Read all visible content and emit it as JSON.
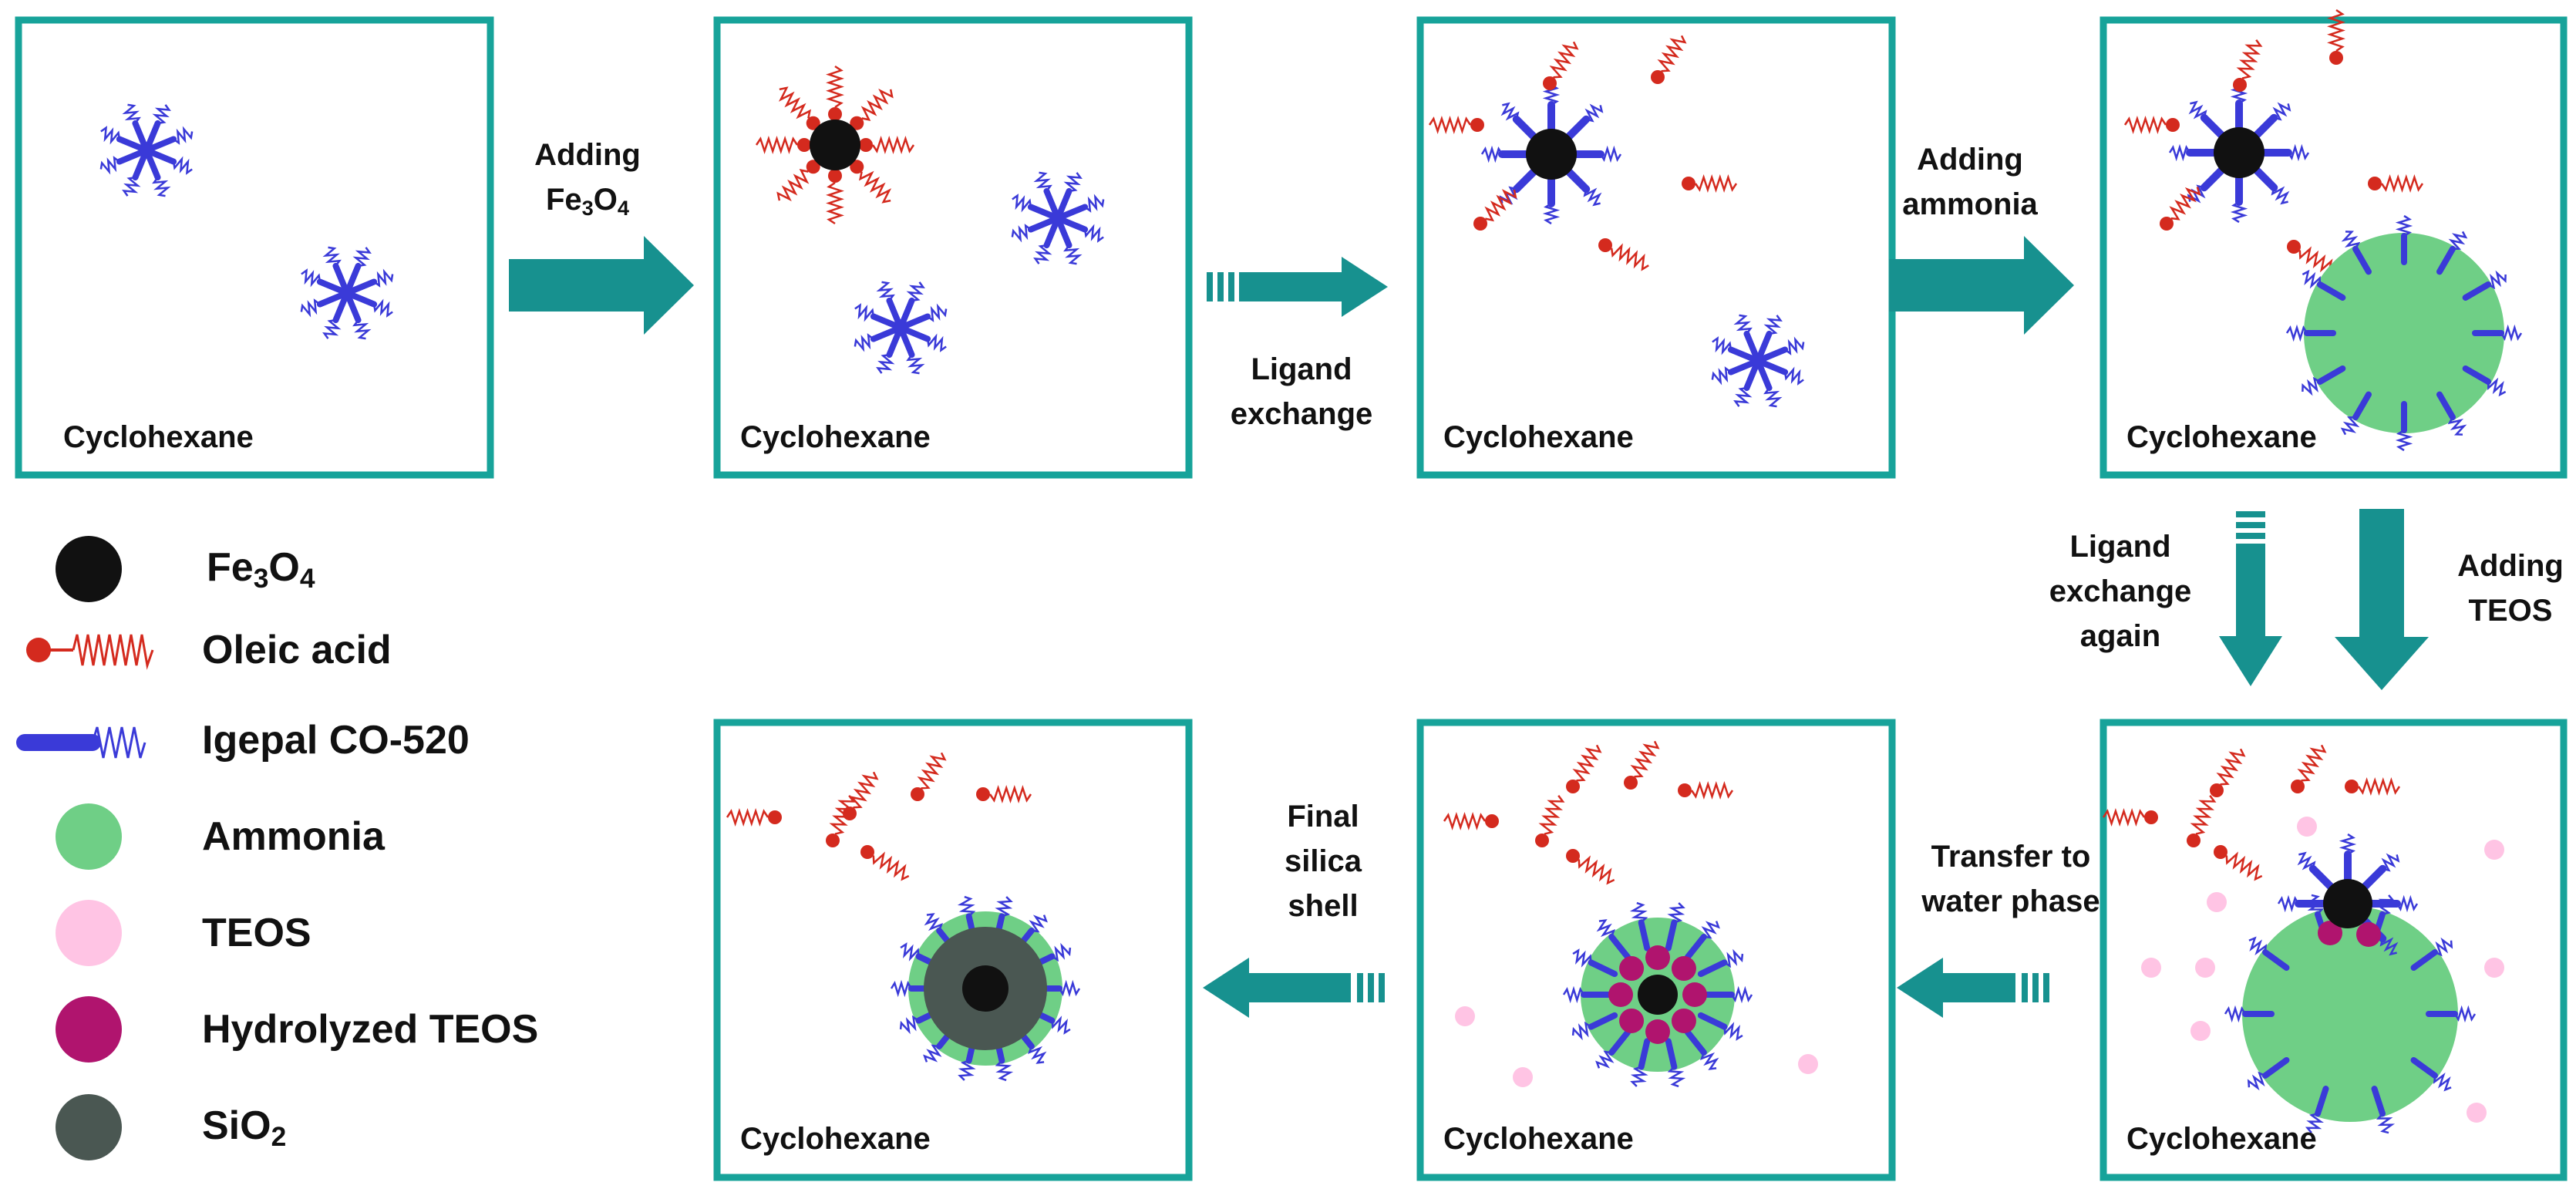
{
  "panels": [
    {
      "id": "p1",
      "label": "Cyclohexane"
    },
    {
      "id": "p2",
      "label": "Cyclohexane"
    },
    {
      "id": "p3",
      "label": "Cyclohexane"
    },
    {
      "id": "p4",
      "label": "Cyclohexane"
    },
    {
      "id": "p5",
      "label": "Cyclohexane"
    },
    {
      "id": "p6",
      "label": "Cyclohexane"
    },
    {
      "id": "p7",
      "label": "Cyclohexane"
    }
  ],
  "steps": {
    "adding_fe3o4": {
      "line1": "Adding",
      "line2_base": "Fe",
      "line2_sub1": "3",
      "line2_mid": "O",
      "line2_sub2": "4"
    },
    "ligand_exchange": {
      "line1": "Ligand",
      "line2": "exchange"
    },
    "adding_ammonia": {
      "line1": "Adding",
      "line2": "ammonia"
    },
    "ligand_exchange_again": {
      "line1": "Ligand",
      "line2": "exchange",
      "line3": "again"
    },
    "adding_teos": {
      "line1": "Adding",
      "line2": "TEOS"
    },
    "transfer_water": {
      "line1": "Transfer to",
      "line2": "water phase"
    },
    "final_silica": {
      "line1": "Final",
      "line2": "silica",
      "line3": "shell"
    }
  },
  "legend": {
    "fe3o4": {
      "base": "Fe",
      "sub1": "3",
      "mid": "O",
      "sub2": "4"
    },
    "oleic_acid": "Oleic acid",
    "igepal": "Igepal CO-520",
    "ammonia": "Ammonia",
    "teos": "TEOS",
    "hydrolyzed_teos": "Hydrolyzed TEOS",
    "sio2": {
      "base": "SiO",
      "sub": "2"
    }
  },
  "colors": {
    "panel_border": "#17a39a",
    "arrow": "#17918f",
    "fe3o4": "#111111",
    "oleic_acid": "#d42a1e",
    "igepal": "#3a3ad8",
    "ammonia": "#6fcf86",
    "teos": "#ffc4e4",
    "hydrolyzed_teos": "#b0146e",
    "sio2": "#4a5752"
  }
}
